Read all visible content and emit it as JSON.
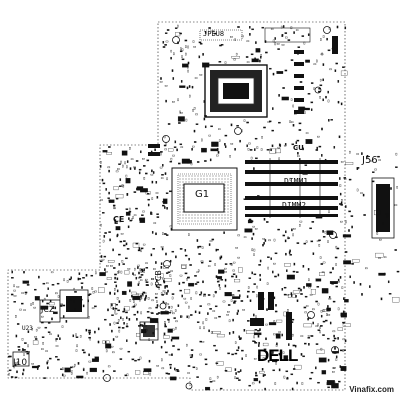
{
  "board": {
    "cpu_label": "G1",
    "top_connector_label": "JPEU8",
    "dimm_top_label": "DIMM1",
    "dimm_bottom_label": "DIMM2",
    "right_connector_label": "J56",
    "left_bottom_label": "J10",
    "left_mid_label": "JCZ",
    "pcb_label": "PCB",
    "lower_left_label": "U23",
    "marking_cu": "CU",
    "marking_ce": "CE",
    "brand_logo": "DELL",
    "watermark": "Vinafix.com"
  },
  "colors": {
    "ink": "#111111",
    "background": "#ffffff"
  }
}
